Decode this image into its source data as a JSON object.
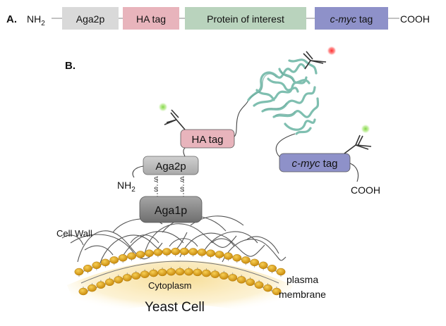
{
  "panel_a": {
    "label": "A.",
    "n_terminus": "NH",
    "n_terminus_sub": "2",
    "c_terminus": "COOH",
    "segments": [
      {
        "label": "Aga2p",
        "color": "#d9d9d9"
      },
      {
        "label": "HA tag",
        "color": "#e8b4bc"
      },
      {
        "label": "Protein of interest",
        "color": "#b9d3bd"
      },
      {
        "label_italic": "c-myc",
        "label_rest": " tag",
        "color": "#8e91c9"
      }
    ]
  },
  "panel_b": {
    "label": "B.",
    "ha_tag": "HA tag",
    "aga2p": "Aga2p",
    "aga1p": "Aga1p",
    "cmyc_italic": "c-myc",
    "cmyc_rest": " tag",
    "n_terminus": "NH",
    "n_terminus_sub": "2",
    "c_terminus": "COOH",
    "disulfide_s": "S",
    "cell_wall": "Cell Wall",
    "cytoplasm": "Cytoplasm",
    "plasma": "plasma",
    "membrane": "membrane",
    "yeast_cell": "Yeast Cell"
  },
  "colors": {
    "ha_tag": "#e8b4bc",
    "aga2p": "#bdbdbd",
    "aga1p": "#8a8a8a",
    "cmyc": "#8e91c9",
    "protein_ribbon": "#7fbfb0",
    "lipid_head": "#e0a61c",
    "cytoplasm_glow": "#f6d98a",
    "red_fluor": "#ff2a2a",
    "green_fluor": "#8ed84e"
  }
}
